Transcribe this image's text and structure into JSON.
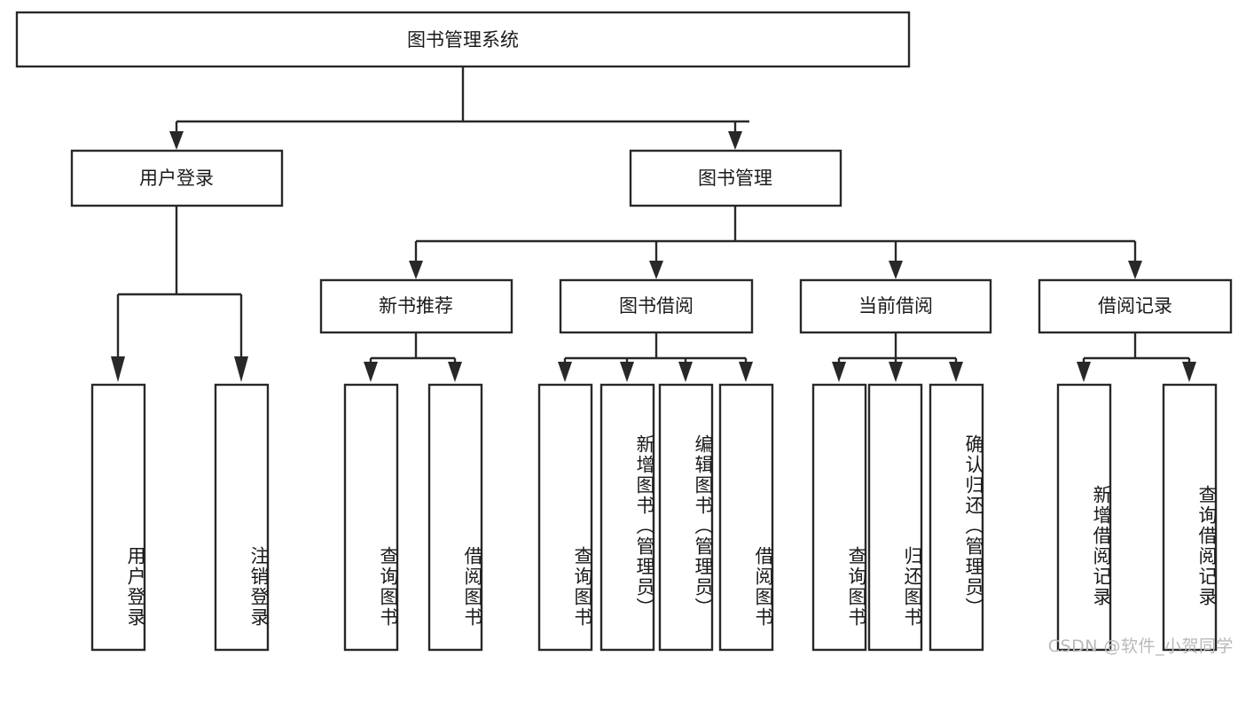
{
  "diagram": {
    "type": "tree",
    "title": "图书管理系统",
    "watermark": "CSDN @软件_小贺同学",
    "nodes": {
      "root": {
        "label": "图书管理系统"
      },
      "level2": [
        {
          "id": "user-login",
          "label": "用户登录"
        },
        {
          "id": "book-manage",
          "label": "图书管理"
        }
      ],
      "level3": [
        {
          "id": "new-book-recommend",
          "label": "新书推荐"
        },
        {
          "id": "book-borrow",
          "label": "图书借阅"
        },
        {
          "id": "current-borrow",
          "label": "当前借阅"
        },
        {
          "id": "borrow-record",
          "label": "借阅记录"
        }
      ],
      "leaves": [
        {
          "id": "leaf-user-login",
          "parent": "user-login",
          "label": "用户登录"
        },
        {
          "id": "leaf-logout",
          "parent": "user-login",
          "label": "注销登录"
        },
        {
          "id": "leaf-query-book-1",
          "parent": "new-book-recommend",
          "label": "查询图书"
        },
        {
          "id": "leaf-borrow-book-1",
          "parent": "new-book-recommend",
          "label": "借阅图书"
        },
        {
          "id": "leaf-query-book-2",
          "parent": "book-borrow",
          "label": "查询图书"
        },
        {
          "id": "leaf-add-book",
          "parent": "book-borrow",
          "label": "新增图书（管理员）"
        },
        {
          "id": "leaf-edit-book",
          "parent": "book-borrow",
          "label": "编辑图书（管理员）"
        },
        {
          "id": "leaf-borrow-book-2",
          "parent": "book-borrow",
          "label": "借阅图书"
        },
        {
          "id": "leaf-query-book-3",
          "parent": "current-borrow",
          "label": "查询图书"
        },
        {
          "id": "leaf-return-book",
          "parent": "current-borrow",
          "label": "归还图书"
        },
        {
          "id": "leaf-confirm-return",
          "parent": "current-borrow",
          "label": "确认归还（管理员）"
        },
        {
          "id": "leaf-add-record",
          "parent": "borrow-record",
          "label": "新增借阅记录"
        },
        {
          "id": "leaf-query-record",
          "parent": "borrow-record",
          "label": "查询借阅记录"
        }
      ]
    },
    "colors": {
      "stroke": "#282828",
      "fill": "#ffffff",
      "text": "#1a1a1a",
      "watermark": "#b9b9b9"
    }
  }
}
